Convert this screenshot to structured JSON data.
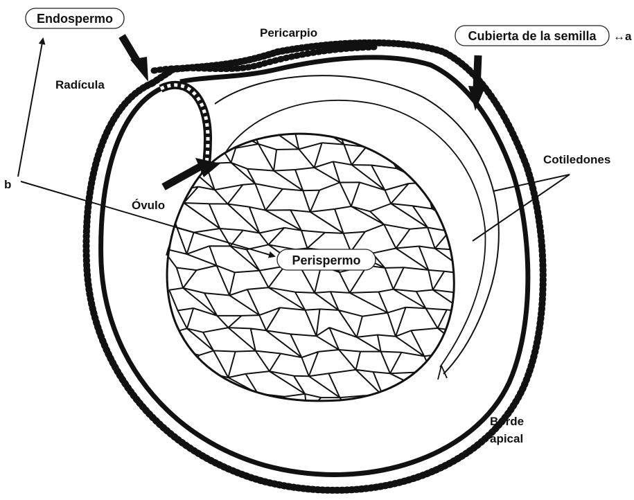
{
  "labels": {
    "endospermo": "Endospermo",
    "pericarpio": "Pericarpio",
    "cubierta": "Cubierta de la semilla",
    "a_marker": "↔a",
    "radicula": "Radícula",
    "cotiledones": "Cotiledones",
    "b_marker": "b",
    "ovulo": "Óvulo",
    "perispermo": "Perispermo",
    "borde": "Borde",
    "apical": "apical"
  }
}
